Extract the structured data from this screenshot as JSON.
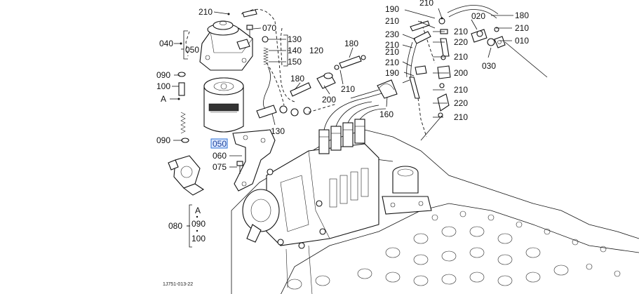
{
  "labels": {
    "p210": "210",
    "p070": "070",
    "p130": "130",
    "p140": "140",
    "p120": "120",
    "p150": "150",
    "p040": "040",
    "p050": "050",
    "p050sel": "050",
    "p090": "090",
    "p100": "100",
    "pA": "A",
    "p090b": "090",
    "p060": "060",
    "p075": "075",
    "p080": "080",
    "legA": "A",
    "leg090": "090",
    "leg100": "100",
    "p180": "180",
    "p180b": "180",
    "p210b": "210",
    "p200": "200",
    "p130b": "130",
    "p160": "160",
    "p210t": "210",
    "p190": "190",
    "p210c": "210",
    "p230": "230",
    "p210d": "210",
    "p210e": "210",
    "p210f": "210",
    "p190b": "190",
    "p210g": "210",
    "p220": "220",
    "p210h": "210",
    "p200b": "200",
    "p210i": "210",
    "p220b": "220",
    "p210j": "210",
    "p020": "020",
    "p180c": "180",
    "p210k": "210",
    "p010": "010",
    "p030": "030"
  },
  "drawing_code": "1J751-013-22"
}
